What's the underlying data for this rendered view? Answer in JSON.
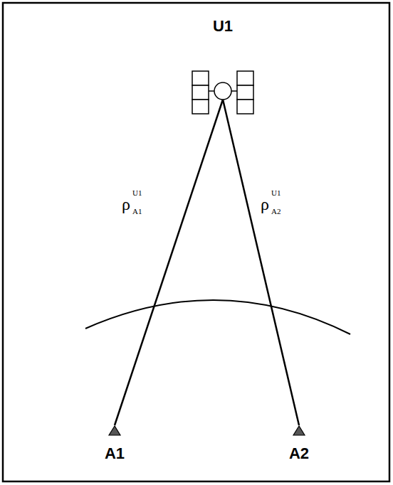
{
  "diagram": {
    "nodes": [
      {
        "text": [
          "U1"
        ]
      },
      {
        "text": [
          "A1"
        ]
      },
      {
        "text": [
          "A2"
        ]
      }
    ],
    "edges": [
      {
        "from": 0,
        "to": 1,
        "arrow": "none"
      },
      {
        "from": 0,
        "to": 2,
        "arrow": "none"
      }
    ],
    "labels": [
      "ρ",
      "U1",
      "A1",
      "ρ",
      "U1",
      "A2"
    ]
  }
}
